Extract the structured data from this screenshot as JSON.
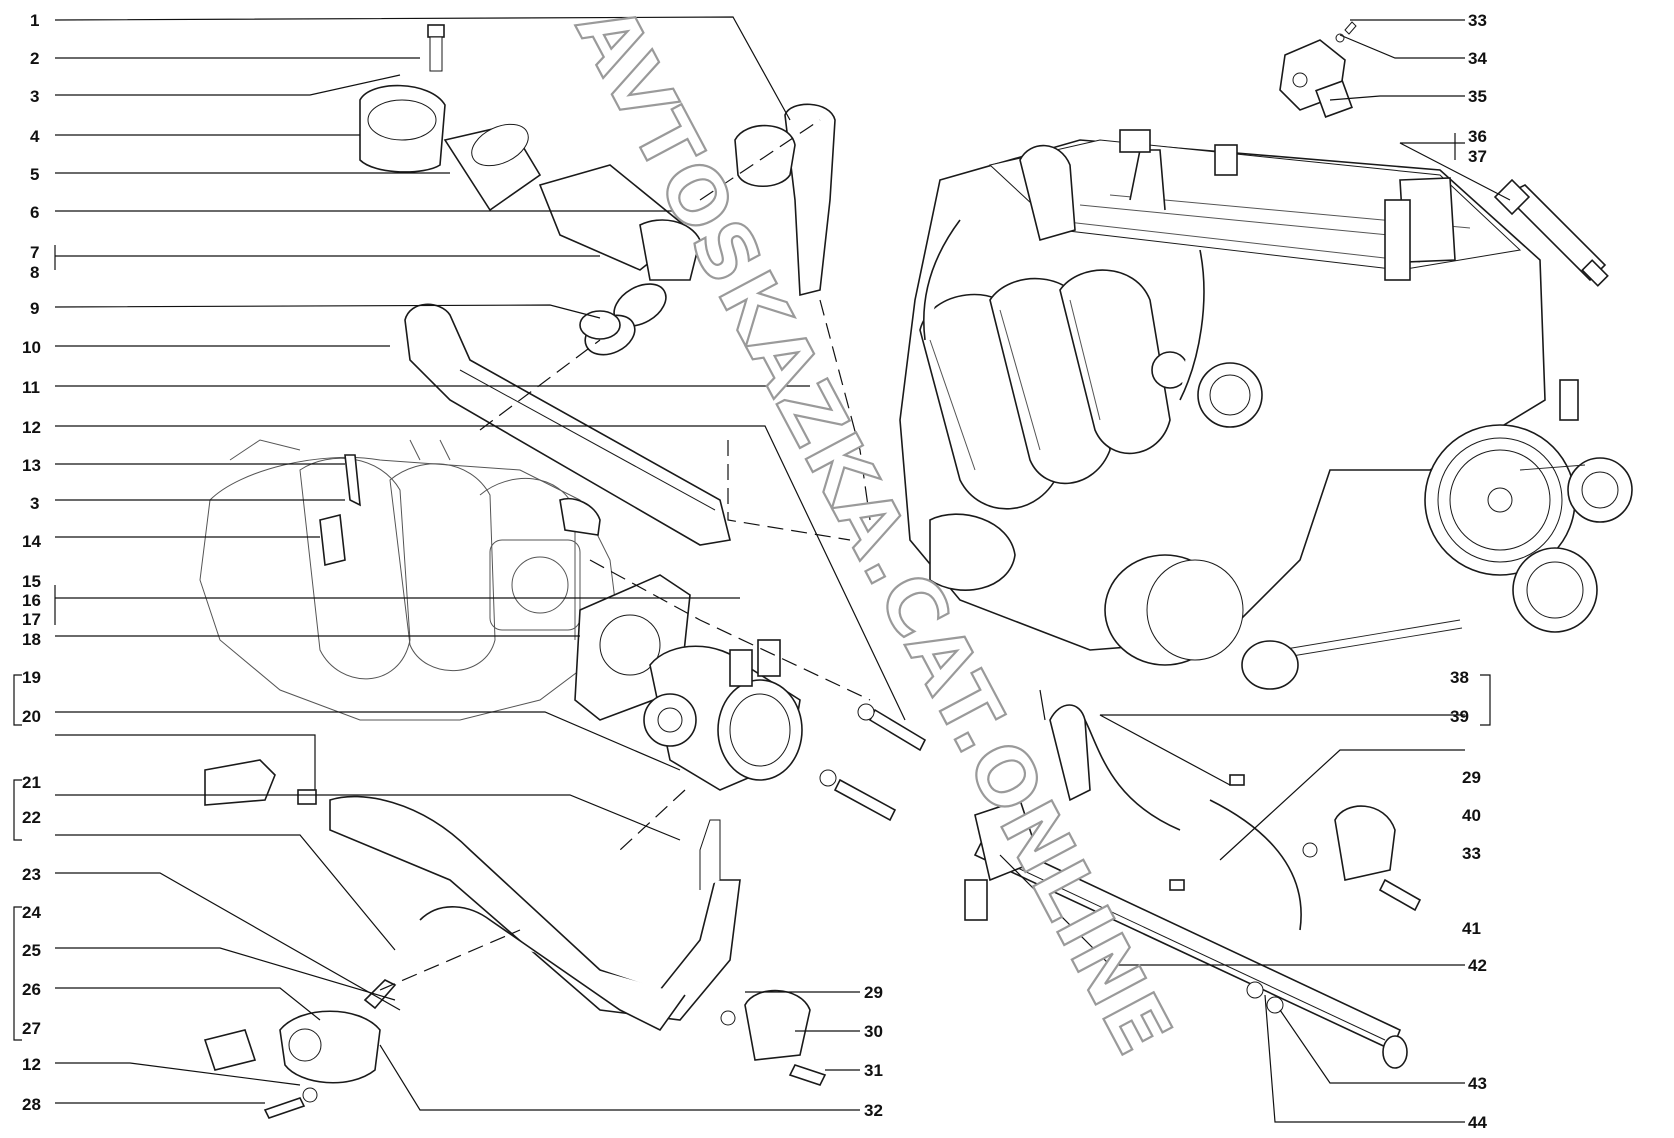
{
  "watermark": "AVTOSKAZKA.CAT.ONLINE",
  "callouts_left": [
    "1",
    "2",
    "3",
    "4",
    "5",
    "6",
    "7",
    "8",
    "9",
    "10",
    "11",
    "12",
    "13",
    "3",
    "14",
    "15",
    "16",
    "17",
    "18",
    "19",
    "20",
    "21",
    "22",
    "23",
    "24",
    "25",
    "26",
    "27",
    "12",
    "28"
  ],
  "callouts_right": [
    "33",
    "34",
    "35",
    "36",
    "37",
    "38",
    "39",
    "29",
    "40",
    "33",
    "41",
    "42",
    "43",
    "44"
  ],
  "callouts_bottom": [
    "29",
    "30",
    "31",
    "32"
  ],
  "colors": {
    "line": "#111111",
    "background": "#ffffff",
    "watermark_stroke": "#9a9a9a"
  }
}
